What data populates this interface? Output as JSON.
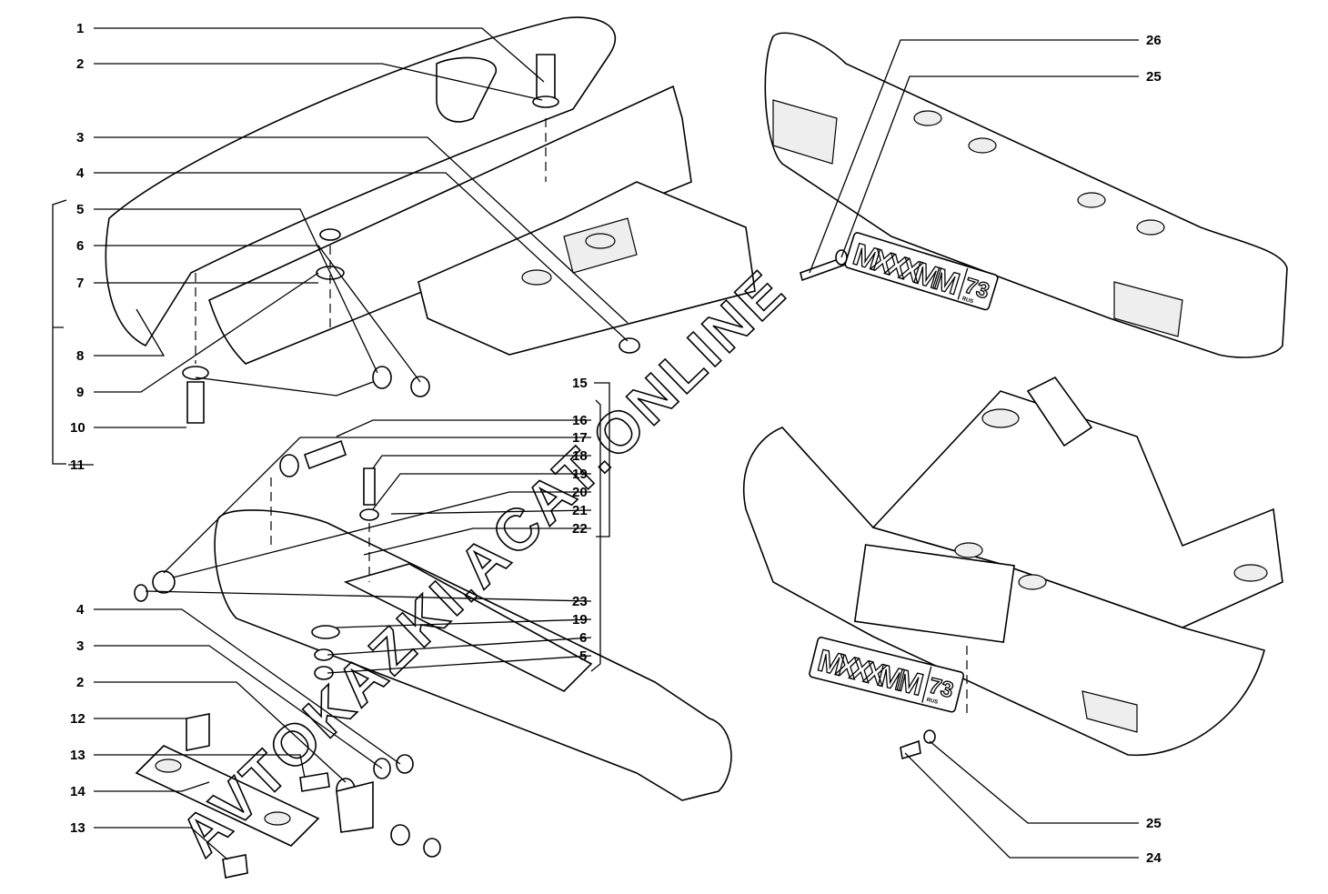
{
  "diagram": {
    "callouts_left": [
      {
        "label": "1"
      },
      {
        "label": "2"
      },
      {
        "label": "3"
      },
      {
        "label": "4"
      },
      {
        "label": "5"
      },
      {
        "label": "6"
      },
      {
        "label": "7"
      },
      {
        "label": "8"
      },
      {
        "label": "9"
      },
      {
        "label": "10"
      },
      {
        "label": "11"
      }
    ],
    "callouts_middle": [
      {
        "label": "15"
      },
      {
        "label": "16"
      },
      {
        "label": "17"
      },
      {
        "label": "18"
      },
      {
        "label": "19"
      },
      {
        "label": "20"
      },
      {
        "label": "21"
      },
      {
        "label": "22"
      },
      {
        "label": "23"
      },
      {
        "label": "19"
      },
      {
        "label": "6"
      },
      {
        "label": "5"
      }
    ],
    "callouts_lower_left": [
      {
        "label": "4"
      },
      {
        "label": "3"
      },
      {
        "label": "2"
      },
      {
        "label": "12"
      },
      {
        "label": "13"
      },
      {
        "label": "14"
      },
      {
        "label": "13"
      }
    ],
    "callouts_right": [
      {
        "label": "26"
      },
      {
        "label": "25"
      },
      {
        "label": "25"
      },
      {
        "label": "24"
      }
    ],
    "license_plate": {
      "number": "MXXXMM",
      "region": "73",
      "country": "RUS"
    },
    "watermark": "AVTOKAZKI.ACAT.ONLINE"
  }
}
